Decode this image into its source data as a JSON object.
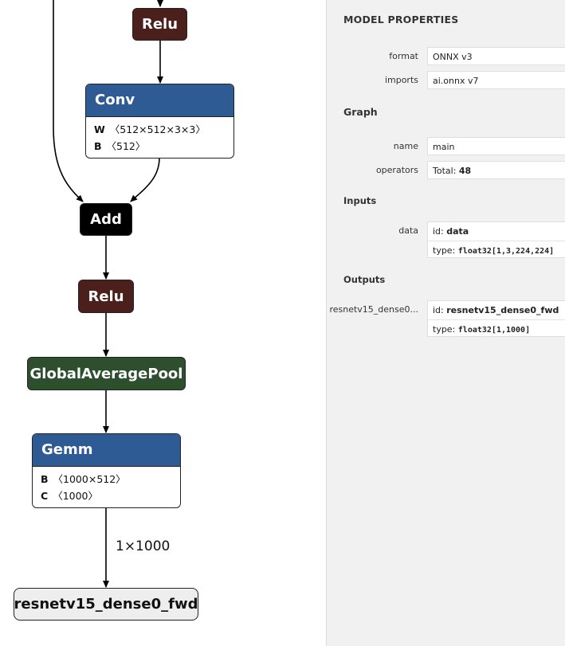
{
  "graph": {
    "relu_top": "Relu",
    "conv": {
      "title": "Conv",
      "attrs": [
        {
          "name": "W",
          "value": "〈512×512×3×3〉"
        },
        {
          "name": "B",
          "value": "〈512〉"
        }
      ]
    },
    "add": "Add",
    "relu": "Relu",
    "pool": "GlobalAveragePool",
    "gemm": {
      "title": "Gemm",
      "attrs": [
        {
          "name": "B",
          "value": "〈1000×512〉"
        },
        {
          "name": "C",
          "value": "〈1000〉"
        }
      ]
    },
    "edge_label": "1×1000",
    "output": "resnetv15_dense0_fwd"
  },
  "panel": {
    "title": "MODEL PROPERTIES",
    "format_label": "format",
    "format_value": "ONNX v3",
    "imports_label": "imports",
    "imports_value": "ai.onnx v7",
    "graph_section": "Graph",
    "name_label": "name",
    "name_value": "main",
    "operators_label": "operators",
    "operators_prefix": "Total:",
    "operators_value": "48",
    "inputs_section": "Inputs",
    "input_label": "data",
    "input_id_prefix": "id:",
    "input_id": "data",
    "input_type_prefix": "type:",
    "input_type": "float32[1,3,224,224]",
    "outputs_section": "Outputs",
    "output_label": "resnetv15_dense0...",
    "output_id_prefix": "id:",
    "output_id": "resnetv15_dense0_fwd",
    "output_type_prefix": "type:",
    "output_type": "float32[1,1000]"
  }
}
